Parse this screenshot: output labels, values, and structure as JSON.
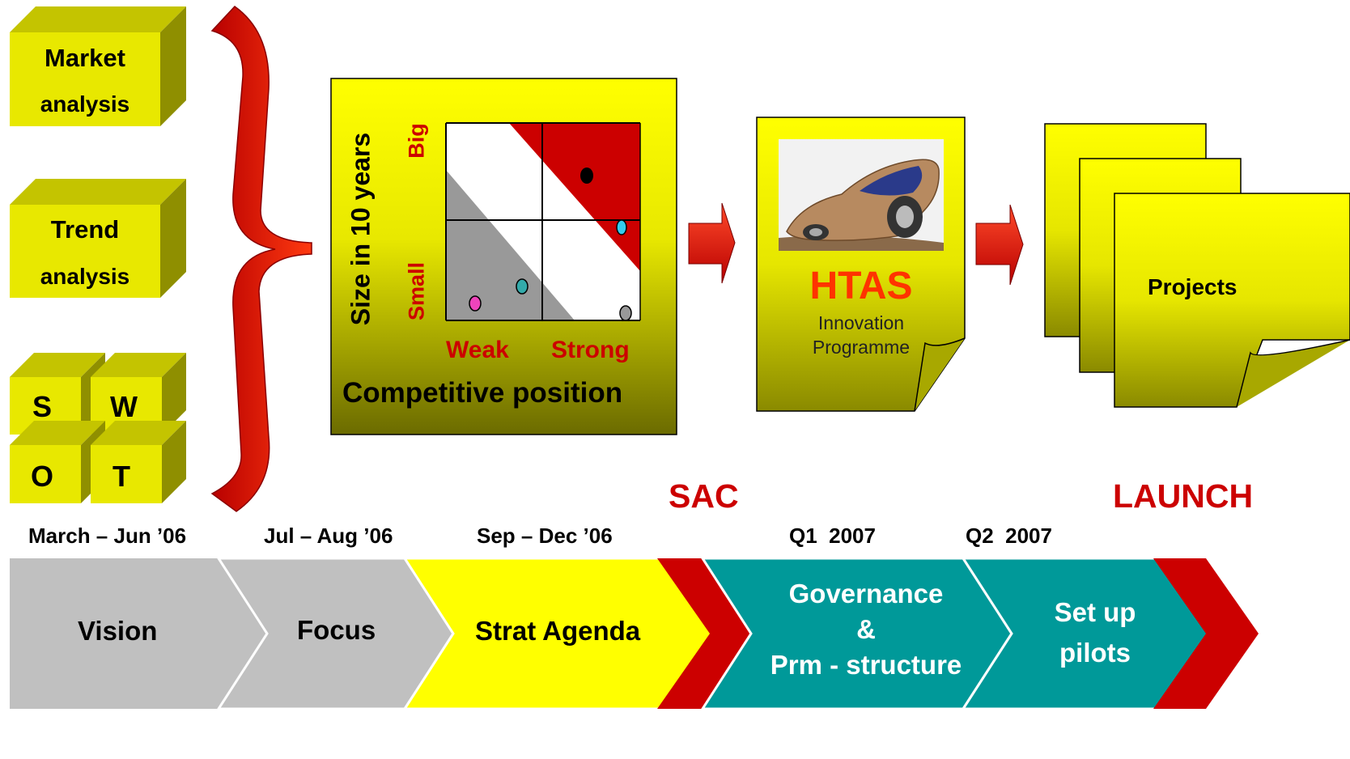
{
  "inputs": {
    "market": {
      "line1": "Market",
      "line2": "analysis"
    },
    "trend": {
      "line1": "Trend",
      "line2": "analysis"
    },
    "swot": {
      "s": "S",
      "w": "W",
      "o": "O",
      "t": "T"
    }
  },
  "matrix": {
    "y_axis_label": "Size in 10 years",
    "y_big": "Big",
    "y_small": "Small",
    "x_weak": "Weak",
    "x_strong": "Strong",
    "x_axis_label": "Competitive position"
  },
  "programme": {
    "title": "HTAS",
    "sub1": "Innovation",
    "sub2": "Programme"
  },
  "projects": {
    "label": "Projects"
  },
  "milestones": {
    "sac": "SAC",
    "launch": "LAUNCH"
  },
  "timeline": {
    "dates": [
      "March – Jun ’06",
      "Jul – Aug ’06",
      "Sep – Dec ’06",
      "Q1  2007",
      "Q2  2007"
    ],
    "phases": [
      {
        "label": "Vision"
      },
      {
        "label": "Focus"
      },
      {
        "label": "Strat Agenda"
      },
      {
        "line1": "Governance",
        "line2": "&",
        "line3": "Prm - structure"
      },
      {
        "line1": "Set up",
        "line2": "pilots"
      }
    ]
  },
  "colors": {
    "box_top": "#ffff00",
    "box_bottom": "#7a7a00",
    "red": "#cc0000",
    "teal": "#009999",
    "grey": "#c0c0c0",
    "yellow": "#ffff00"
  }
}
